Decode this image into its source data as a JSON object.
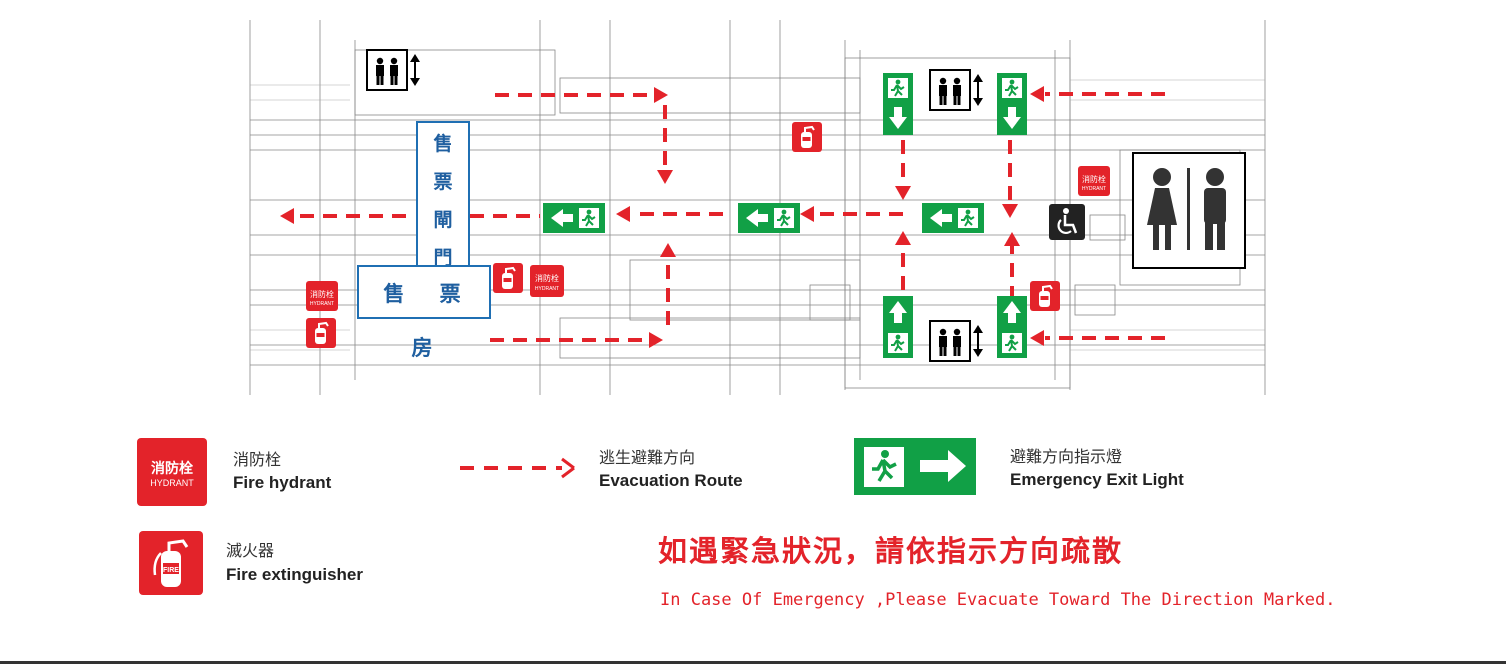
{
  "plan": {
    "ticket_gate_chars": [
      "售",
      "票",
      "閘",
      "門"
    ],
    "ticket_office": "售 票 房",
    "hydrant_zh": "消防栓",
    "hydrant_en": "HYDRANT"
  },
  "legend": {
    "hydrant": {
      "zh": "消防栓",
      "en": "Fire hydrant",
      "icon_zh": "消防栓",
      "icon_en": "HYDRANT"
    },
    "route": {
      "zh": "逃生避難方向",
      "en": "Evacuation Route"
    },
    "exit_light": {
      "zh": "避難方向指示燈",
      "en": "Emergency Exit Light"
    },
    "extinguisher": {
      "zh": "滅火器",
      "en": "Fire extinguisher",
      "icon_text": "FIRE"
    }
  },
  "notice": {
    "zh": "如遇緊急狀況，請依指示方向疏散",
    "en": "In Case Of Emergency ,Please Evacuate Toward The Direction Marked."
  },
  "colors": {
    "green": "#11a046",
    "red": "#e3232a",
    "blue": "#1f6fb3"
  }
}
